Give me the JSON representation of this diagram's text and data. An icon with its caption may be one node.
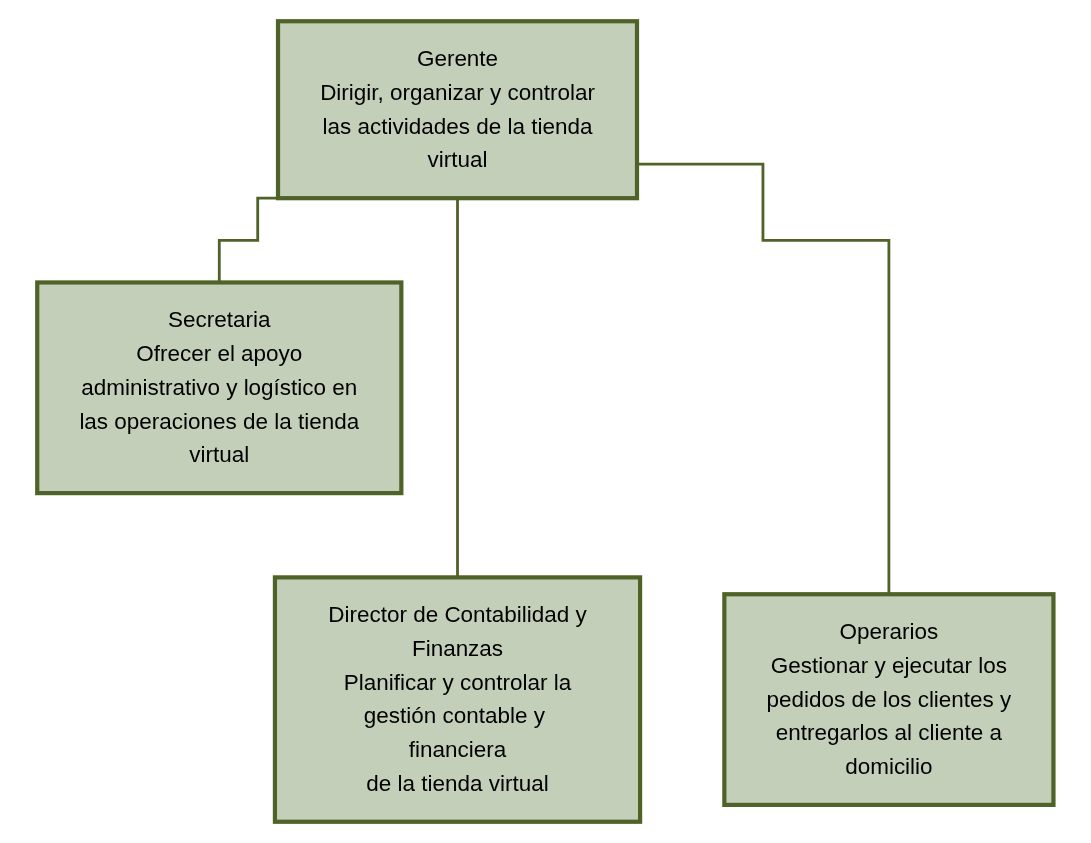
{
  "diagram": {
    "nodes": [
      {
        "text": [
          "Gerente",
          "Dirigir, organizar y controlar las actividades de la tienda virtual"
        ]
      },
      {
        "text": [
          "Secretaria",
          "Ofrecer el apoyo administrativo y logístico en las operaciones de la tienda virtual"
        ]
      },
      {
        "text": [
          "Director de Contabilidad y Finanzas",
          "Planificar y controlar la gestión contable y financiera de la tienda virtual"
        ]
      },
      {
        "text": [
          "Operarios",
          "Gestionar y ejecutar los pedidos de los clientes y entregarlos al cliente a domicilio"
        ]
      }
    ],
    "edges": [
      {
        "from": 0,
        "to": 1,
        "arrow": "none"
      },
      {
        "from": 0,
        "to": 2,
        "arrow": "none"
      },
      {
        "from": 0,
        "to": 3,
        "arrow": "none"
      }
    ]
  }
}
